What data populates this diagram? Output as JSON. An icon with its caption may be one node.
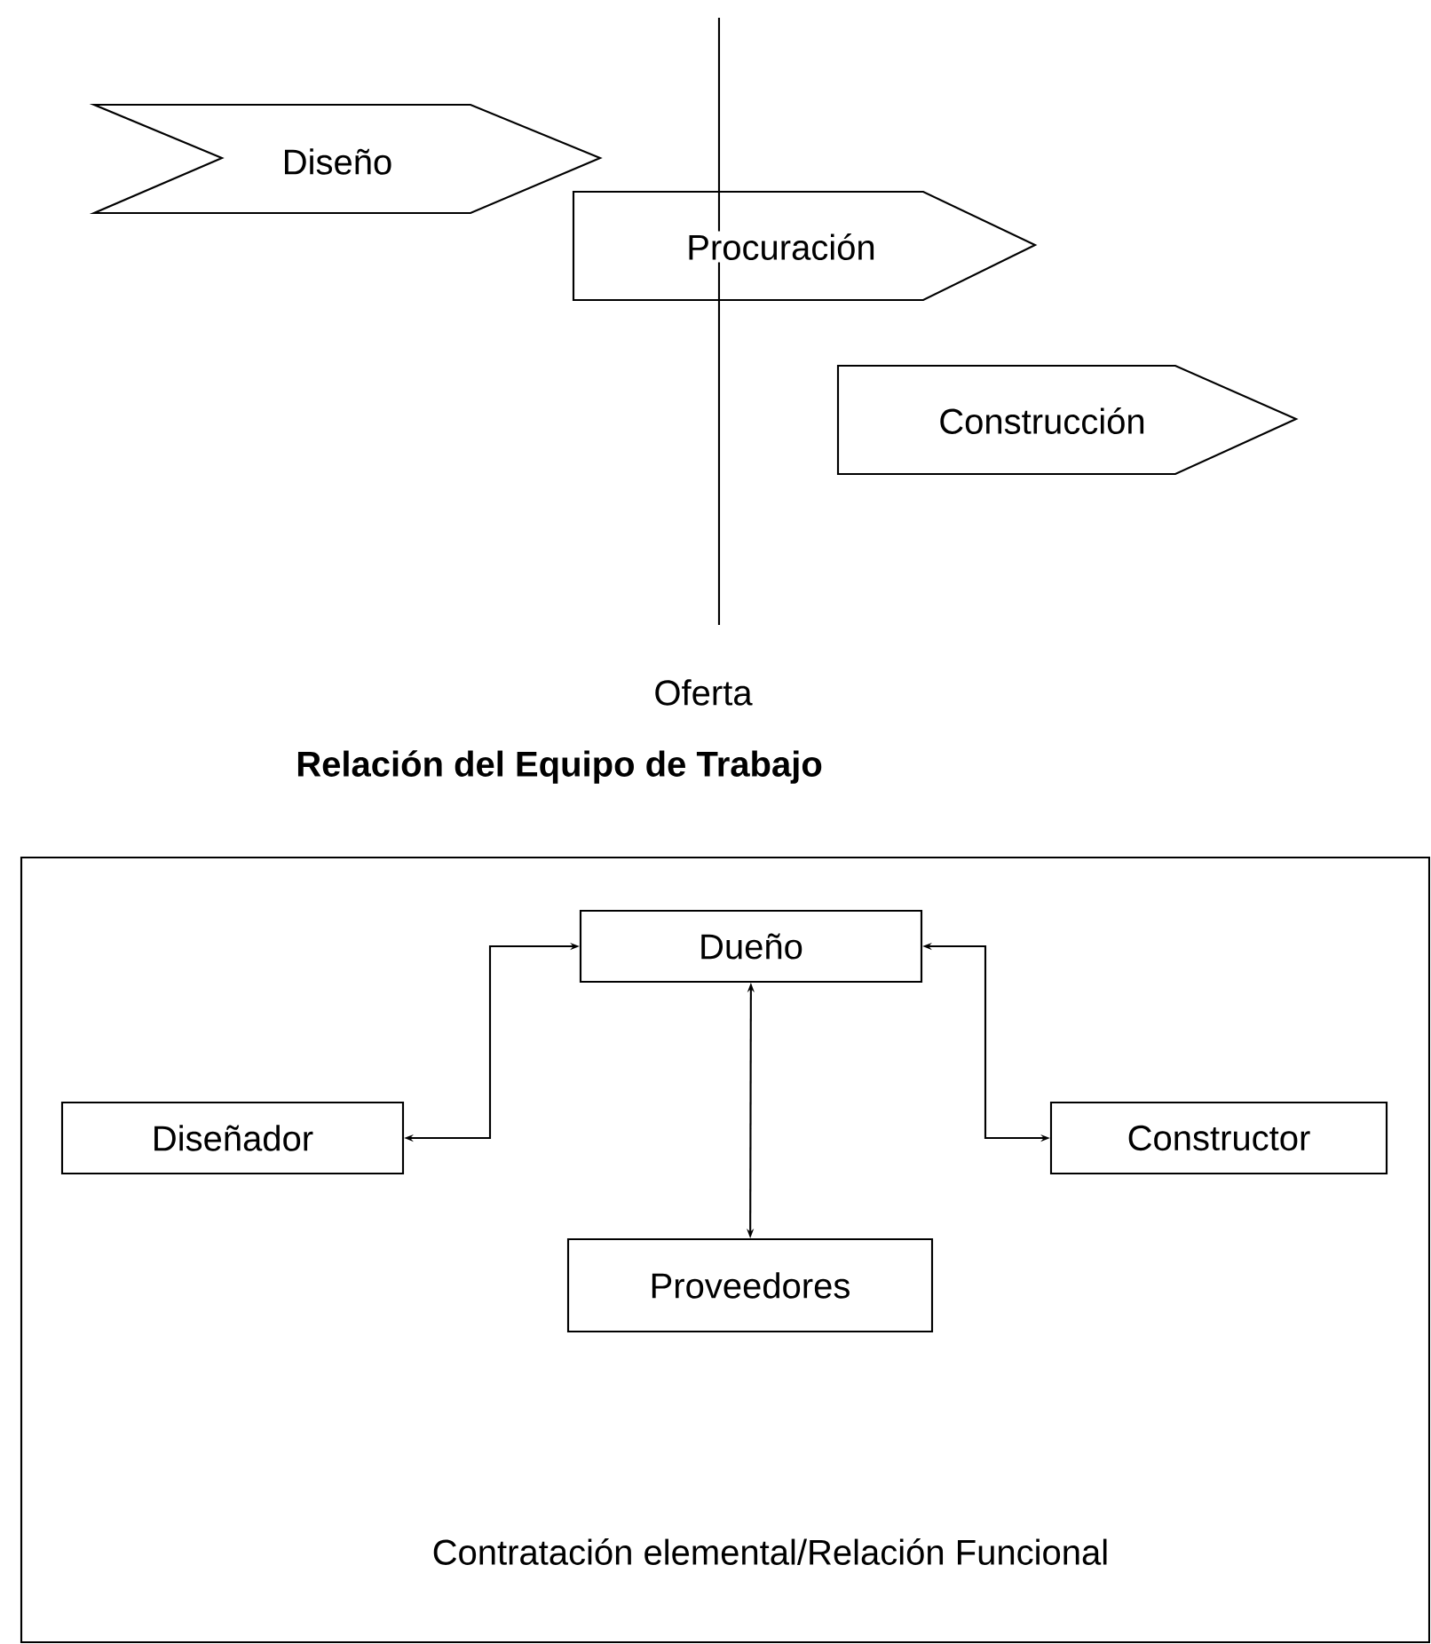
{
  "diagram": {
    "title": "Relación del Equipo de Trabajo",
    "nodes": [
      {
        "text": [
          "Diseño"
        ]
      },
      {
        "text": [
          "Procuración"
        ]
      },
      {
        "text": [
          "Construcción"
        ]
      },
      {
        "text": [
          "Contratación elemental/Relación Funcional"
        ]
      },
      {
        "text": [
          "Dueño"
        ],
        "in": 3
      },
      {
        "text": [
          "Diseñador"
        ],
        "in": 3
      },
      {
        "text": [
          "Constructor"
        ],
        "in": 3
      },
      {
        "text": [
          "Proveedores"
        ],
        "in": 3
      }
    ],
    "edges": [
      {
        "from": 4,
        "to": 5,
        "arrow": "both"
      },
      {
        "from": 4,
        "to": 6,
        "arrow": "both"
      },
      {
        "from": 4,
        "to": 7,
        "arrow": "both"
      }
    ],
    "labels": [
      "Oferta"
    ]
  }
}
